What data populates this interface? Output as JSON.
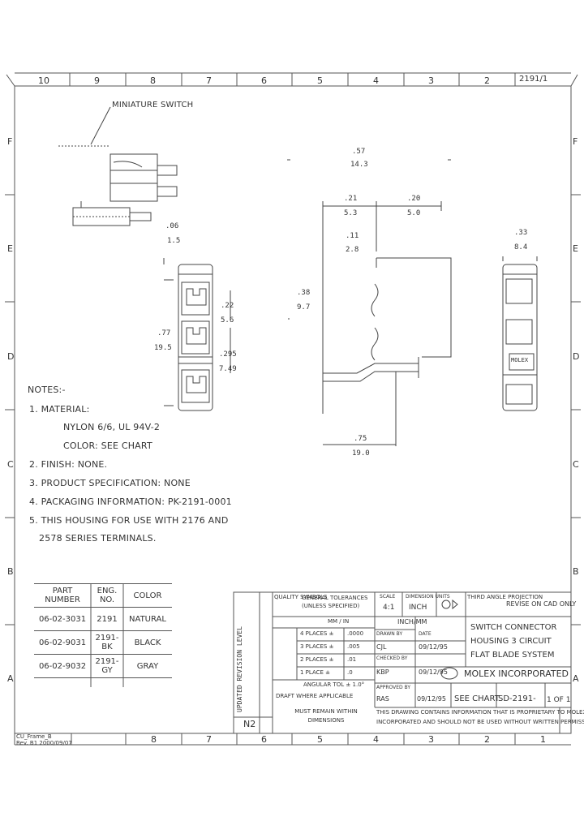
{
  "frame": {
    "top_columns": [
      "10",
      "9",
      "8",
      "7",
      "6",
      "5",
      "4",
      "3",
      "2",
      "1"
    ],
    "bottom_columns": [
      "8",
      "7",
      "6",
      "5",
      "4",
      "3",
      "2",
      "1"
    ],
    "rows": [
      "F",
      "E",
      "D",
      "C",
      "B",
      "A"
    ],
    "doc_ref": "2191"
  },
  "labels": {
    "switch": "MINIATURE SWITCH",
    "dim_overall": ".57",
    "dim_overall_mm": "14.3",
    "dim_left": ".21",
    "dim_left_mm": "5.3",
    "dim_right": ".20",
    "dim_right_mm": "5.0",
    "dim_top": ".11",
    "dim_top_mm": "2.8",
    "dim_height": ".38",
    "dim_height_mm": "9.7",
    "dim_bottom": ".75",
    "dim_bottom_mm": "19.0",
    "dim_side": ".33",
    "dim_side_mm": "8.4",
    "dim_front": ".06",
    "dim_front_mm": "1.5",
    "dim_pitch": ".22",
    "dim_pitch_mm": "5.6",
    "dim_pitch2": ".295",
    "dim_pitch2_mm": "7.49",
    "dim_width": ".77",
    "dim_width_mm": "19.5",
    "molex_mark": "MOLEX"
  },
  "notes": [
    "NOTES:-",
    "1. MATERIAL:",
    "NYLON 6/6, UL 94V-2",
    "COLOR: SEE CHART",
    "2. FINISH: NONE.",
    "3. PRODUCT SPECIFICATION: NONE",
    "4. PACKAGING INFORMATION: PK-2191-0001",
    "5. THIS HOUSING FOR USE WITH 2176 AND",
    "2578 SERIES TERMINALS."
  ],
  "parts_table": {
    "headers": [
      "PART NUMBER",
      "ENG. NO.",
      "COLOR"
    ],
    "rows": [
      [
        "06-02-3031",
        "2191",
        "NATURAL"
      ],
      [
        "06-02-9031",
        "2191-BK",
        "BLACK"
      ],
      [
        "06-02-9032",
        "2191-GY",
        "GRAY"
      ]
    ]
  },
  "title_block": {
    "quality_symbols": "QUALITY SYMBOLS",
    "general_tolerances": "GENERAL TOLERANCES (UNLESS SPECIFIED)",
    "scale": "SCALE",
    "scale_value": "4:1",
    "dimension_units": "DIMENSION UNITS",
    "units_value": "INCH",
    "third_angle": "THIRD ANGLE PROJECTION",
    "revise_note": "REVISE ON CAD ONLY",
    "mm_in": "MM / IN",
    "tol_rows": [
      [
        "4 PLACES ±",
        ".0000"
      ],
      [
        "3 PLACES ±",
        ".005"
      ],
      [
        "2 PLACES ±",
        ".01"
      ],
      [
        "1 PLACE ±",
        ".0"
      ]
    ],
    "angular": "ANGULAR TOL ±",
    "angular_value": "1.0°",
    "draft": "DRAFT WHERE APPLICABLE",
    "must_remain": "MUST REMAIN WITHIN DIMENSIONS",
    "revision": "N2",
    "drawing_status": "INCH/MM",
    "drawn_by": "DRAWN BY",
    "drawn_name": "CJL",
    "checked_by": "CHECKED BY",
    "checked_name": "KBP",
    "approved_by": "APPROVED BY",
    "approved_name": "RAS",
    "date_label": "DATE",
    "date1": "09/12/95",
    "date2": "09/12/95",
    "date3": "09/12/95",
    "title_lines": [
      "SWITCH CONNECTOR",
      "HOUSING 3 CIRCUIT",
      "FLAT BLADE SYSTEM"
    ],
    "company": "MOLEX INCORPORATED",
    "material_no": "SEE CHART",
    "document_no": "SD-2191-",
    "sheet": "1 OF 1",
    "proprietary": "THIS DRAWING CONTAINS INFORMATION THAT IS PROPRIETARY TO MOLEX",
    "proprietary2": "INCORPORATED AND SHOULD NOT BE USED WITHOUT WRITTEN PERMISSION",
    "rev_block": "UPDATED REVISION LEVEL"
  },
  "footer": {
    "format": "CU_Frame_B",
    "rev": "Rev. B1 2000/09/07"
  }
}
